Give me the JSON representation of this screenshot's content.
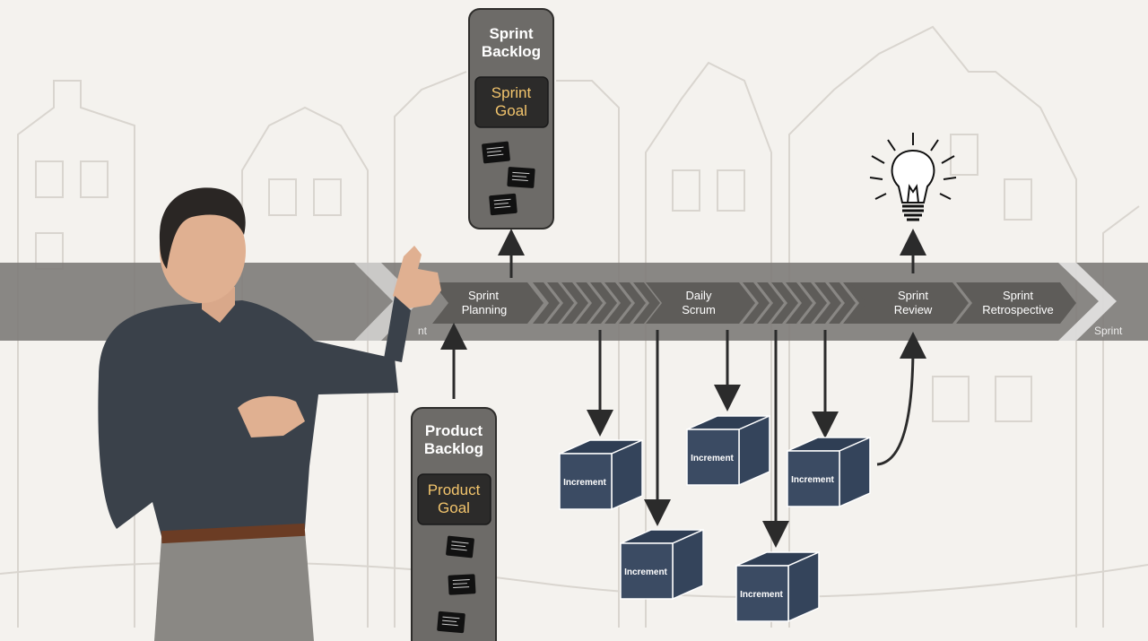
{
  "sprint_backlog": {
    "title_line1": "Sprint",
    "title_line2": "Backlog",
    "goal_line1": "Sprint",
    "goal_line2": "Goal"
  },
  "product_backlog": {
    "title_line1": "Product",
    "title_line2": "Backlog",
    "goal_line1": "Product",
    "goal_line2": "Goal"
  },
  "timeline": {
    "events": [
      {
        "line1": "Sprint",
        "line2": "Planning"
      },
      {
        "line1": "Daily",
        "line2": "Scrum"
      },
      {
        "line1": "Sprint",
        "line2": "Review"
      },
      {
        "line1": "Sprint",
        "line2": "Retrospective"
      }
    ],
    "left_fragment": "nt",
    "end_label": "Sprint"
  },
  "increments": [
    "Increment",
    "Increment",
    "Increment",
    "Increment",
    "Increment"
  ],
  "icons": {
    "idea": "lightbulb-icon",
    "note": "note-card-icon",
    "box": "increment-cube-icon"
  },
  "colors": {
    "background": "#f4f2ee",
    "band": "#7d7b78",
    "chevron": "#5e5c59",
    "backlog_panel": "#6d6b68",
    "goal_box": "#2c2b2a",
    "goal_text": "#f2c46c",
    "cube_front": "#3b4b63",
    "cube_top": "#2f3e54",
    "cube_side": "#34445b"
  }
}
